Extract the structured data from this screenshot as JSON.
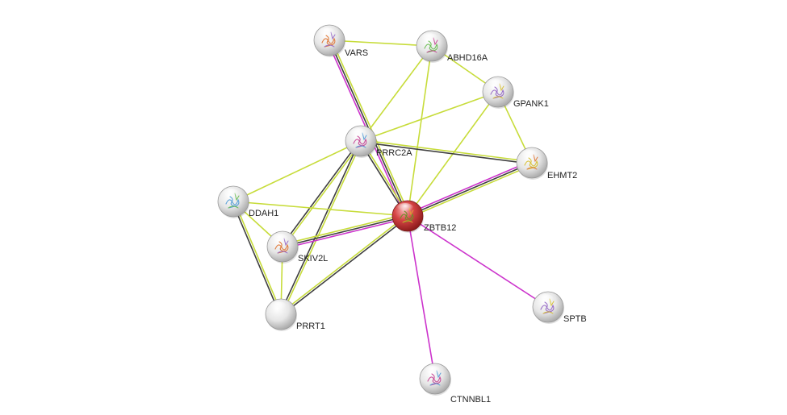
{
  "network": {
    "colors": {
      "textmining": "#c7dc3a",
      "coexpression": "#404040",
      "experiments": "#cc33cc",
      "database": "#66cccc",
      "query_node": "#d83a3a",
      "node": "#e4e4e4"
    },
    "nodes": [
      {
        "id": "ZBTB12",
        "label": "ZBTB12",
        "query": true
      },
      {
        "id": "VARS",
        "label": "VARS"
      },
      {
        "id": "ABHD16A",
        "label": "ABHD16A"
      },
      {
        "id": "GPANK1",
        "label": "GPANK1"
      },
      {
        "id": "PRRC2A",
        "label": "PRRC2A"
      },
      {
        "id": "EHMT2",
        "label": "EHMT2"
      },
      {
        "id": "DDAH1",
        "label": "DDAH1"
      },
      {
        "id": "SKIV2L",
        "label": "SKIV2L"
      },
      {
        "id": "PRRT1",
        "label": "PRRT1"
      },
      {
        "id": "SPTB",
        "label": "SPTB"
      },
      {
        "id": "CTNNBL1",
        "label": "CTNNBL1"
      }
    ],
    "edges": [
      {
        "a": "VARS",
        "b": "ABHD16A",
        "types": [
          "textmining"
        ]
      },
      {
        "a": "ABHD16A",
        "b": "GPANK1",
        "types": [
          "textmining"
        ]
      },
      {
        "a": "ABHD16A",
        "b": "PRRC2A",
        "types": [
          "textmining"
        ]
      },
      {
        "a": "ABHD16A",
        "b": "ZBTB12",
        "types": [
          "textmining"
        ]
      },
      {
        "a": "GPANK1",
        "b": "PRRC2A",
        "types": [
          "textmining"
        ]
      },
      {
        "a": "GPANK1",
        "b": "EHMT2",
        "types": [
          "textmining"
        ]
      },
      {
        "a": "GPANK1",
        "b": "ZBTB12",
        "types": [
          "textmining"
        ]
      },
      {
        "a": "VARS",
        "b": "ZBTB12",
        "types": [
          "textmining",
          "coexpression",
          "experiments"
        ]
      },
      {
        "a": "PRRC2A",
        "b": "EHMT2",
        "types": [
          "textmining",
          "coexpression"
        ]
      },
      {
        "a": "PRRC2A",
        "b": "ZBTB12",
        "types": [
          "textmining",
          "coexpression"
        ]
      },
      {
        "a": "PRRC2A",
        "b": "DDAH1",
        "types": [
          "textmining"
        ]
      },
      {
        "a": "PRRC2A",
        "b": "SKIV2L",
        "types": [
          "textmining",
          "coexpression"
        ]
      },
      {
        "a": "PRRC2A",
        "b": "PRRT1",
        "types": [
          "textmining",
          "coexpression"
        ]
      },
      {
        "a": "EHMT2",
        "b": "ZBTB12",
        "types": [
          "textmining",
          "coexpression",
          "experiments"
        ]
      },
      {
        "a": "DDAH1",
        "b": "ZBTB12",
        "types": [
          "textmining"
        ]
      },
      {
        "a": "DDAH1",
        "b": "SKIV2L",
        "types": [
          "textmining"
        ]
      },
      {
        "a": "DDAH1",
        "b": "PRRT1",
        "types": [
          "textmining",
          "coexpression"
        ]
      },
      {
        "a": "SKIV2L",
        "b": "ZBTB12",
        "types": [
          "textmining",
          "coexpression",
          "experiments"
        ]
      },
      {
        "a": "SKIV2L",
        "b": "PRRT1",
        "types": [
          "textmining"
        ]
      },
      {
        "a": "PRRT1",
        "b": "ZBTB12",
        "types": [
          "textmining",
          "coexpression"
        ]
      },
      {
        "a": "ZBTB12",
        "b": "SPTB",
        "types": [
          "experiments"
        ]
      },
      {
        "a": "ZBTB12",
        "b": "CTNNBL1",
        "types": [
          "experiments"
        ]
      }
    ]
  }
}
